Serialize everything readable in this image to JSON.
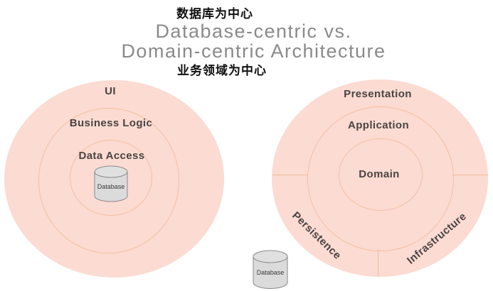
{
  "header": {
    "caption_top": "数据库为中心",
    "title_line1": "Database-centric vs.",
    "title_line2": "Domain-centric Architecture",
    "caption_bottom": "业务领域为中心"
  },
  "left_diagram": {
    "name": "database-centric-architecture",
    "rings": [
      {
        "label": "UI"
      },
      {
        "label": "Business Logic"
      },
      {
        "label": "Data Access"
      }
    ],
    "database_label": "Database",
    "database_position": "center"
  },
  "right_diagram": {
    "name": "domain-centric-architecture",
    "rings": [
      {
        "label": "Presentation"
      },
      {
        "label": "Application"
      },
      {
        "label": "Domain"
      }
    ],
    "outer_segments": [
      {
        "label": "Persistence"
      },
      {
        "label": "Infrastructure"
      }
    ],
    "database_label": "Database",
    "database_position": "outside-bottom-left"
  },
  "colors": {
    "circle_fill": "#fbdbd2",
    "ring_line": "#f4c1a3",
    "segment_divider": "#f0bb9c",
    "ring_label_text": "#4a4443",
    "title_text": "#8a8a8a",
    "caption_text": "#111111",
    "cylinder_fill": "#dbdbdb",
    "cylinder_stroke": "#8a8a8a",
    "background": "#ffffff"
  }
}
